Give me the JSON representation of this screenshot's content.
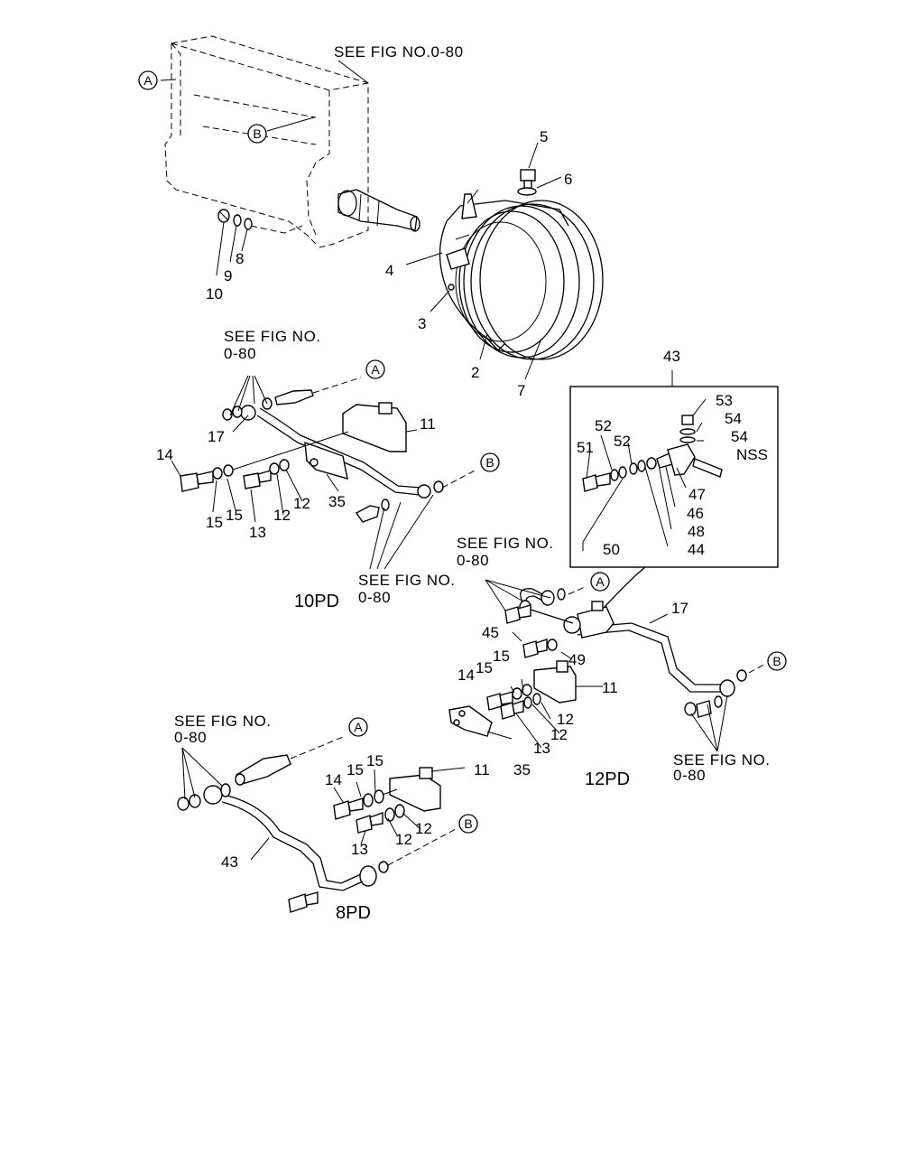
{
  "references": {
    "see_fig_top": "SEE FIG NO.0-80",
    "see_fig_no": "SEE FIG NO.",
    "fig_0_80": "0-80",
    "nss": "NSS"
  },
  "circle_labels": {
    "a": "A",
    "b": "B"
  },
  "sections": {
    "pd10": "10PD",
    "pd12": "12PD",
    "pd8": "8PD"
  },
  "part_numbers": {
    "p2": "2",
    "p3": "3",
    "p4": "4",
    "p5": "5",
    "p6": "6",
    "p7": "7",
    "p8": "8",
    "p9": "9",
    "p10": "10",
    "p11": "11",
    "p12": "12",
    "p13": "13",
    "p14": "14",
    "p15": "15",
    "p17": "17",
    "p35": "35",
    "p43": "43",
    "p44": "44",
    "p45": "45",
    "p46": "46",
    "p47": "47",
    "p48": "48",
    "p49": "49",
    "p50": "50",
    "p51": "51",
    "p52": "52",
    "p53": "53",
    "p54": "54"
  }
}
